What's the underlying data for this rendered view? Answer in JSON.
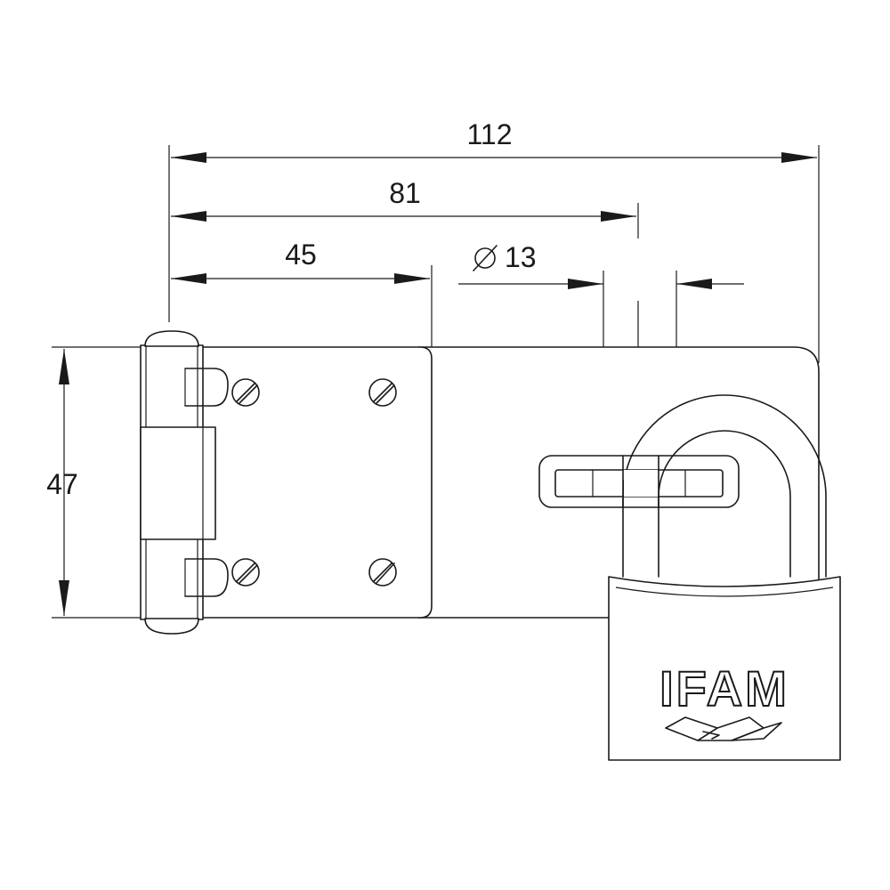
{
  "dimensions": {
    "overall_length": "112",
    "hasp_to_staple": "81",
    "plate_width": "45",
    "shackle_diameter": "13",
    "height": "47"
  },
  "padlock": {
    "brand": "IFAM"
  }
}
